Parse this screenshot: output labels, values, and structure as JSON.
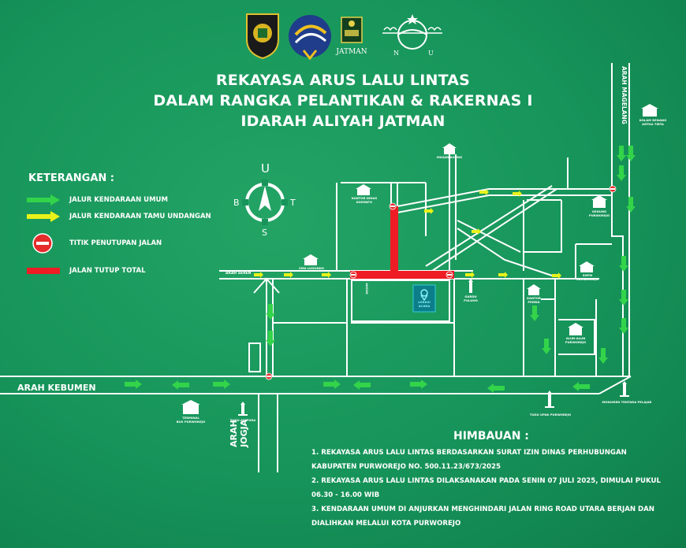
{
  "header": {
    "logos": [
      {
        "name": "purworejo-regency-seal"
      },
      {
        "name": "dishub-logo"
      },
      {
        "name": "jatman-logo",
        "caption": "JATMAN"
      },
      {
        "name": "nu-logo",
        "letters": [
          "N",
          "U"
        ]
      }
    ],
    "title_lines": [
      "REKAYASA ARUS LALU LINTAS",
      "DALAM RANGKA PELANTIKAN & RAKERNAS I",
      "IDARAH ALIYAH JATMAN"
    ]
  },
  "legend": {
    "title": "KETERANGAN :",
    "items": [
      {
        "label": "JALUR KENDARAAN UMUM",
        "symbol": "green-arrow",
        "color": "#33d44a"
      },
      {
        "label": "JALUR KENDARAAN TAMU UNDANGAN",
        "symbol": "yellow-arrow",
        "color": "#e8f21a"
      },
      {
        "label": "TITIK PENUTUPAN JALAN",
        "symbol": "no-entry",
        "color": "#e52b2b"
      },
      {
        "label": "JALAN TUTUP TOTAL",
        "symbol": "red-bar",
        "color": "#ee1c24"
      }
    ]
  },
  "compass": {
    "north": "U",
    "south": "S",
    "west": "B",
    "east": "T"
  },
  "directions": {
    "kebumen": "ARAH KEBUMEN",
    "jogja": "ARAH JOGJA",
    "magelang": "ARAH MAGELANG",
    "street_seren": "ARAH SEREN"
  },
  "landmarks": {
    "kolam_renang": [
      "KOLAM RENANG",
      "ARTHA TIRTA"
    ],
    "masjid": "MASJID AGUNG",
    "kantor_dinas": [
      "KANTOR DINAS",
      "KOMINFO"
    ],
    "smk": "SMA LUGONDO",
    "gardu": "GARDU PULUHO",
    "kompas": "KANTOR PEMDA",
    "lokasi": [
      "LOKASI",
      "ACARA"
    ],
    "gedung": [
      "GEDUNG",
      "PURWOREJO"
    ],
    "smp": [
      "SMPN",
      "SUMBERREJO"
    ],
    "alun": "KODIM",
    "pendopo": [
      "ALUN-ALUN",
      "PURWOREJO"
    ],
    "terminal": [
      "TERMINAL",
      "BUS PURWOREJO"
    ],
    "tugu_adipura": "TUGU ADIPURA",
    "tugu_upak": "TUGU UPAK PURWOREJO",
    "monumen": "MONUMEN TENTARA PELAJAR"
  },
  "notice": {
    "title": "HIMBAUAN :",
    "lines": [
      "1. REKAYASA ARUS LALU LINTAS BERDASARKAN SURAT IZIN DINAS PERHUBUNGAN",
      "KABUPATEN PURWOREJO NO. 500.11.23/673/2025",
      "2. REKAYASA ARUS LALU LINTAS DILAKSANAKAN PADA SENIN 07 JULI 2025, DIMULAI PUKUL",
      "06.30 - 16.00 WIB",
      "3. KENDARAAN UMUM DI ANJURKAN MENGHINDARI JALAN RING ROAD UTARA BERJAN DAN",
      "DIALIHKAN MELALUI KOTA PURWOREJO"
    ]
  },
  "colors": {
    "background": "#16945a",
    "road": "#ffffff",
    "closed": "#ee1c24",
    "public_route": "#33d44a",
    "guest_route": "#e8f21a"
  }
}
